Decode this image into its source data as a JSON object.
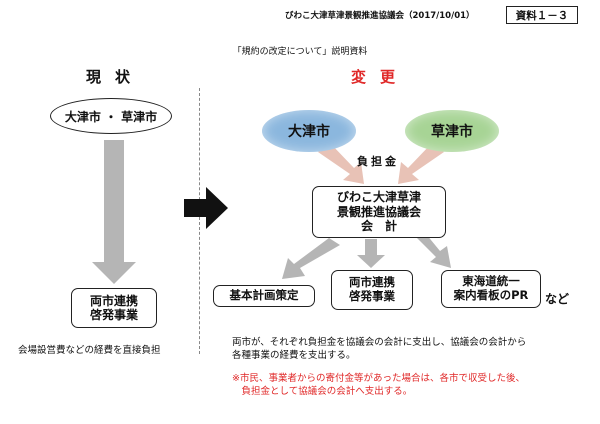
{
  "header": {
    "org_text": "びわこ大津草津景観推進協議会（2017/10/01）",
    "doc_label": "資料１－３"
  },
  "subtitle": "「規約の改定について」説明資料",
  "left": {
    "heading": "現状",
    "cities": "大津市 ・ 草津市",
    "box_line1": "両市連携",
    "box_line2": "啓発事業",
    "note": "会場設営費などの経費を直接負担"
  },
  "right": {
    "heading": "変更",
    "city_otsu": "大津市",
    "city_kusatsu": "草津市",
    "burden": "負担金",
    "council_line1": "びわこ大津草津",
    "council_line2": "景観推進協議会",
    "council_line3": "会　計",
    "plan": "基本計画策定",
    "enlight_line1": "両市連携",
    "enlight_line2": "啓発事業",
    "sign_line1": "東海道統一",
    "sign_line2": "案内看板のPR",
    "etc": "など",
    "desc_line1": "両市が、それぞれ負担金を協議会の会計に支出し、協議会の会計から",
    "desc_line2": "各種事業の経費を支出する。",
    "note_line1": "※市民、事業者からの寄付金等があった場合は、各市で収受した後、",
    "note_line2": "　負担金として協議会の会計へ支出する。"
  },
  "colors": {
    "accent_red": "#e02828",
    "otsu_blue": "#8bb7de",
    "kusatsu_green": "#a7d495",
    "burden_arrow": "#e8c2b6",
    "flow_arrow": "#b5b5b5"
  }
}
